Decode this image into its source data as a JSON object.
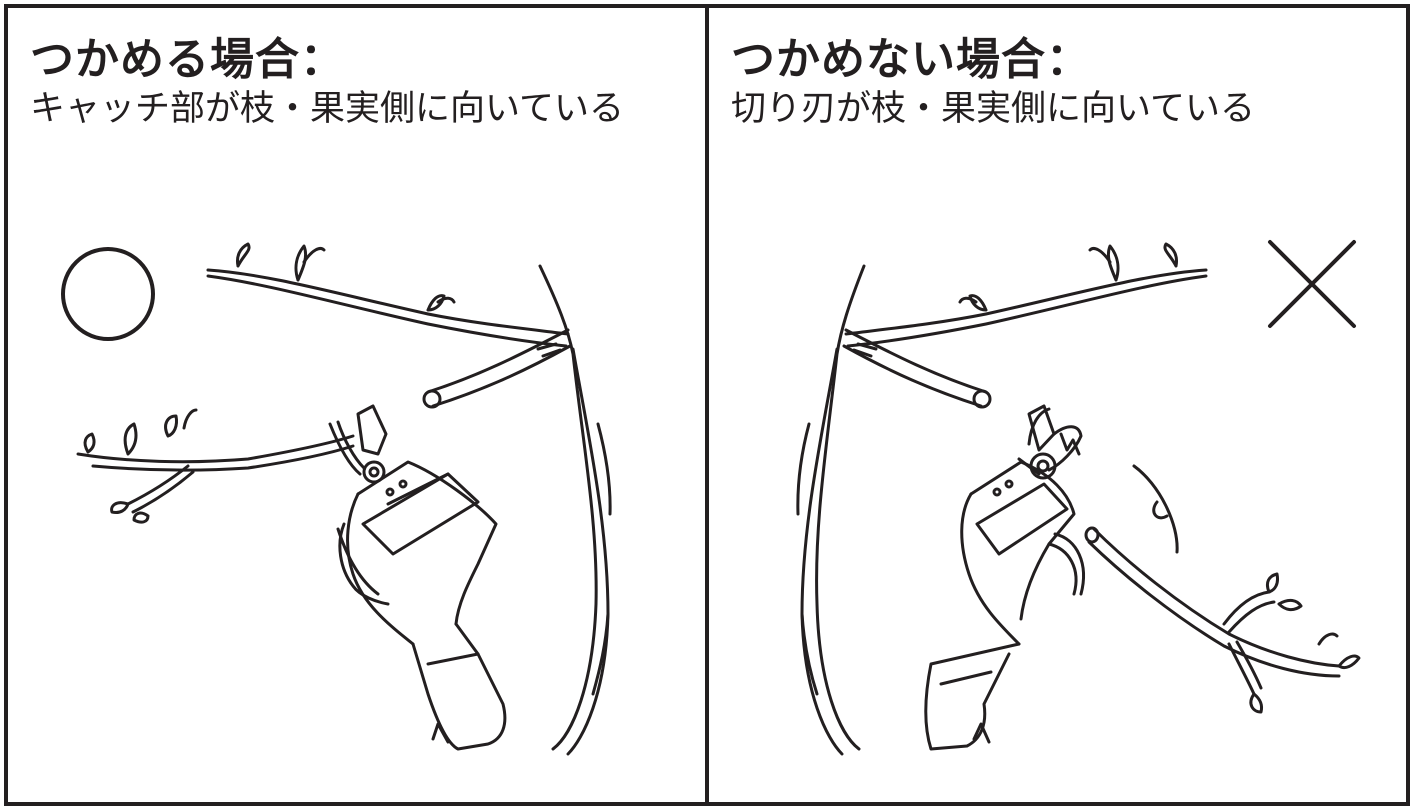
{
  "panels": [
    {
      "heading": "つかめる場合：",
      "subtitle": "キャッチ部が枝・果実側に向いている",
      "mark_icon": "circle-ok-icon"
    },
    {
      "heading": "つかめない場合：",
      "subtitle": "切り刃が枝・果実側に向いている",
      "mark_icon": "cross-ng-icon"
    }
  ],
  "colors": {
    "ink": "#231f20",
    "background": "#ffffff"
  }
}
